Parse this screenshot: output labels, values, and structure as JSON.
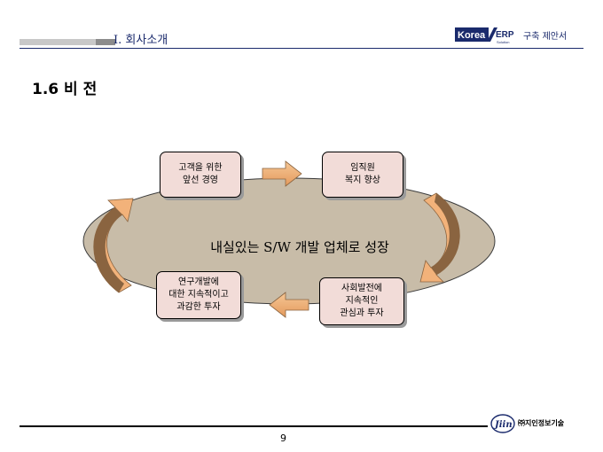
{
  "header": {
    "section_title": "I. 회사소개",
    "logo_text": "Korea",
    "logo_erp": "ERP",
    "logo_sub": "Solution",
    "tagline": "구축 제안서"
  },
  "page_heading": "1.6 비  전",
  "diagram": {
    "center_label": "내실있는 S/W 개발 업체로 성장",
    "nodes": [
      {
        "lines": [
          "고객을 위한",
          "앞선 경영"
        ]
      },
      {
        "lines": [
          "임직원",
          "복지 향상"
        ]
      },
      {
        "lines": [
          "사회발전에",
          "지속적인",
          "관심과 투자"
        ]
      },
      {
        "lines": [
          "연구개발에",
          "대한 지속적이고",
          "과감한 투자"
        ]
      }
    ],
    "colors": {
      "ellipse": "#c8bca8",
      "arrow_fill": "#f2b27a",
      "arrow_dark": "#8a6440",
      "node_fill": "#f2dcd8"
    }
  },
  "footer": {
    "company": "㈜지인정보기술",
    "logo_text": "Jiin",
    "page_number": "9"
  }
}
